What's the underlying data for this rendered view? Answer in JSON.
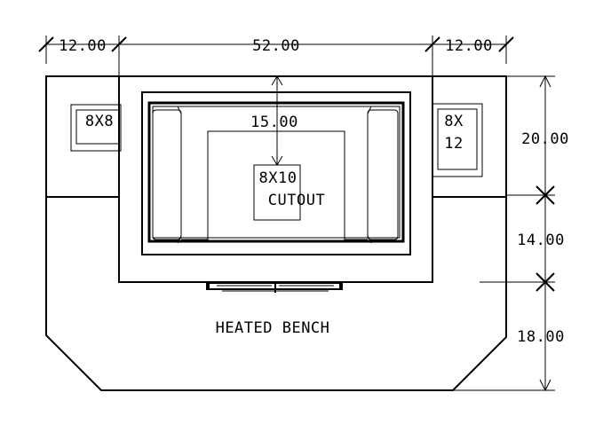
{
  "dimensions": {
    "left_width": "12.00",
    "center_width": "52.00",
    "right_width": "12.00",
    "inner_width": "15.00",
    "right_top_height": "20.00",
    "right_mid_height": "14.00",
    "right_bottom_height": "18.00"
  },
  "labels": {
    "left_box_line1": "8X8",
    "right_box_line1": "8X",
    "right_box_line2": "12",
    "cutout_line1": "8X10",
    "cutout_line2": "CUTOUT",
    "bench": "HEATED BENCH"
  }
}
